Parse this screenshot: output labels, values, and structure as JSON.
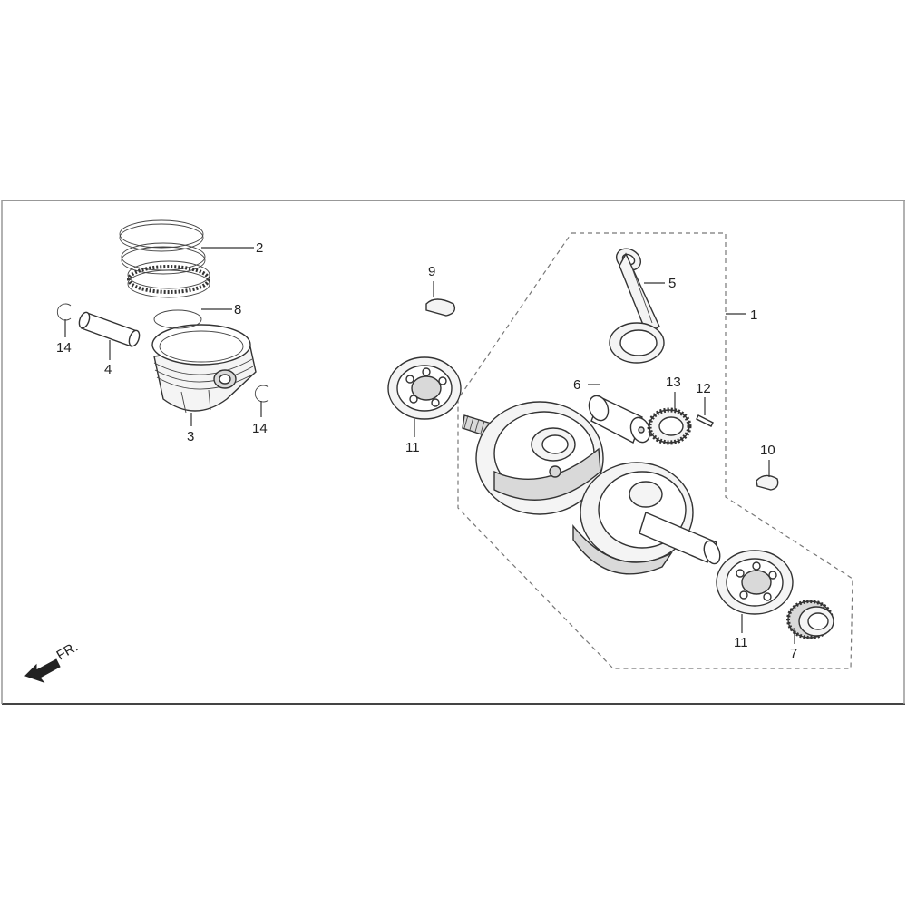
{
  "direction_label": "FR.",
  "callouts": {
    "c1": "1",
    "c2": "2",
    "c3": "3",
    "c4": "4",
    "c5": "5",
    "c6": "6",
    "c7": "7",
    "c8": "8",
    "c9": "9",
    "c10": "10",
    "c11a": "11",
    "c11b": "11",
    "c12": "12",
    "c13": "13",
    "c14a": "14",
    "c14b": "14"
  },
  "icons": [
    "front-direction-arrow-icon"
  ]
}
